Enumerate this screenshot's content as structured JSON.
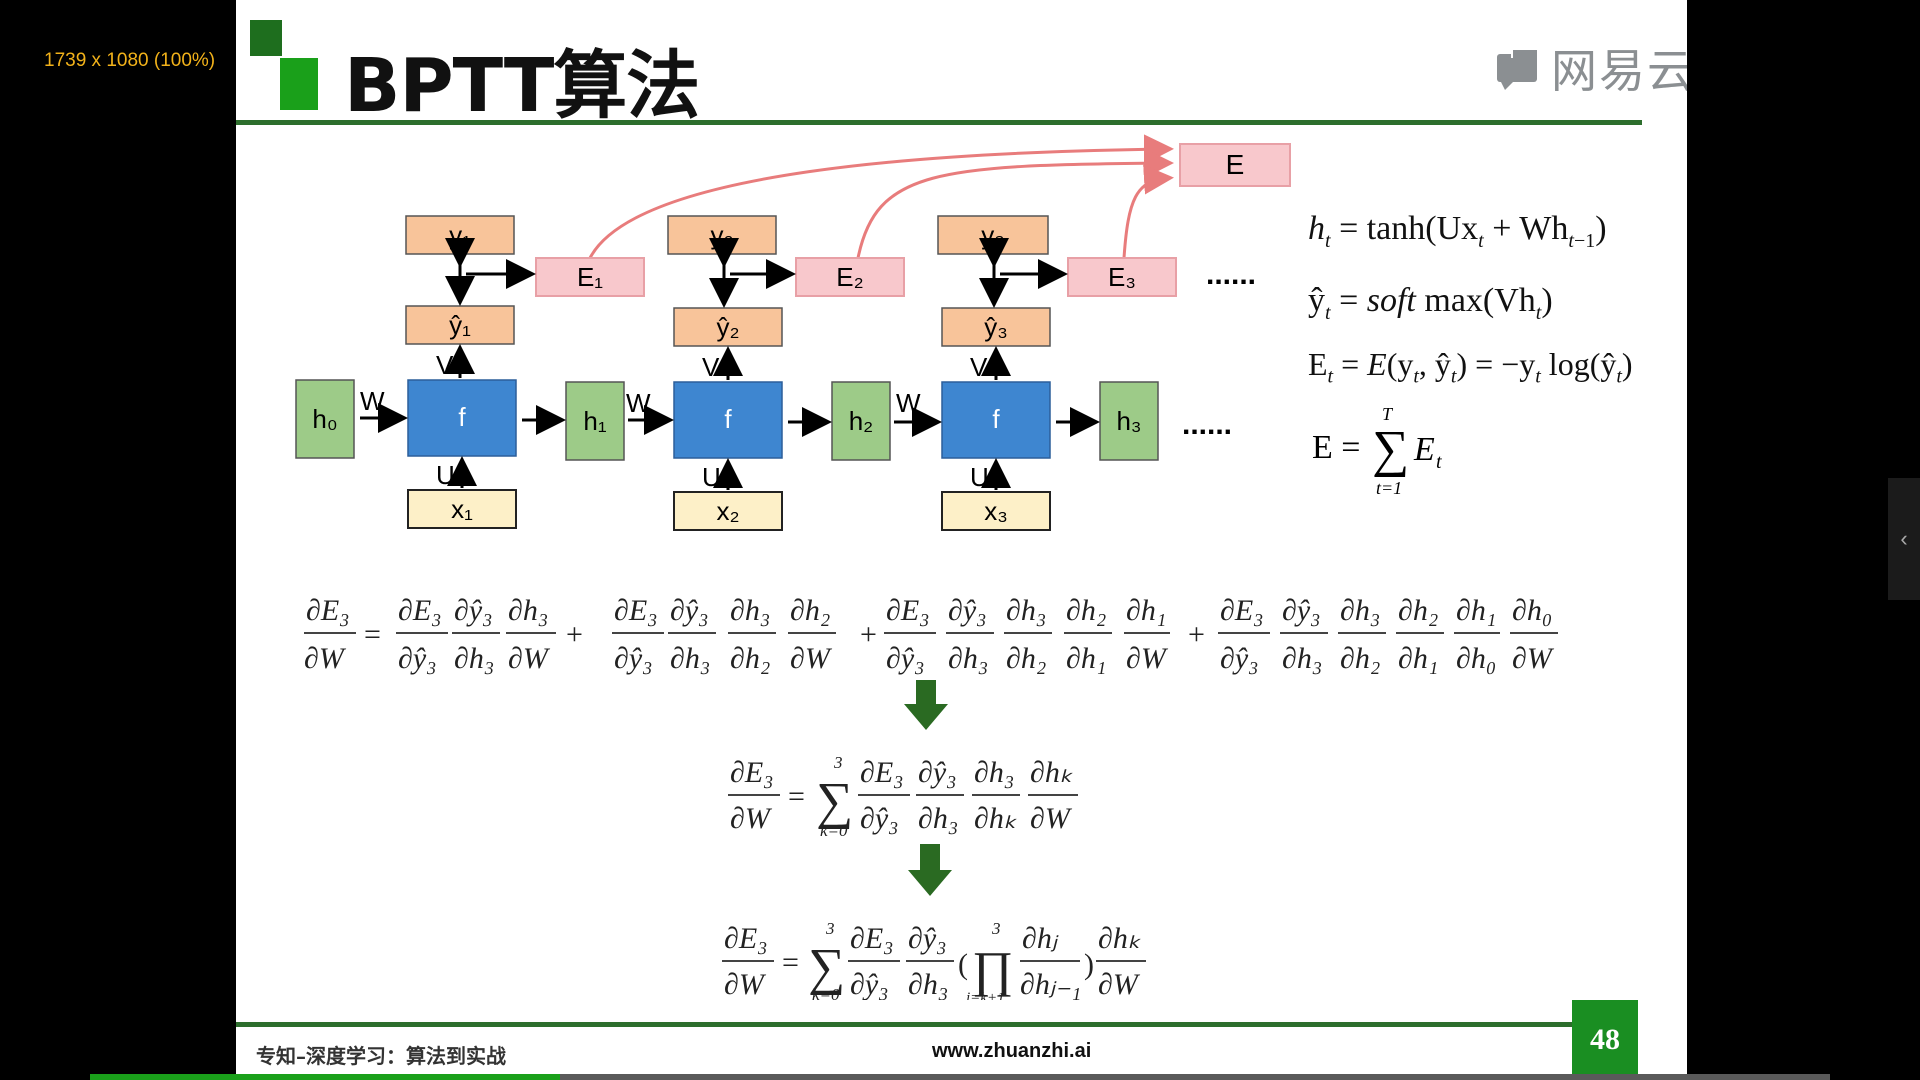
{
  "viewer": {
    "info": "1739 x 1080 (100%)"
  },
  "slide": {
    "title": "BPTT算法",
    "brand": "网易云",
    "page_number": "48",
    "footer_left": "专知–深度学习：算法到实战",
    "footer_url": "www.zhuanzhi.ai"
  },
  "diagram": {
    "error_total": "E",
    "outputs": [
      "y₁",
      "y₂",
      "y₃"
    ],
    "predictions": [
      "ŷ₁",
      "ŷ₂",
      "ŷ₃"
    ],
    "errors": [
      "E₁",
      "E₂",
      "E₃"
    ],
    "hidden": [
      "h₀",
      "h₁",
      "h₂",
      "h₃"
    ],
    "inputs": [
      "x₁",
      "x₂",
      "x₃"
    ],
    "cell_label": "f",
    "weight_w": "W",
    "weight_u": "U",
    "weight_v": "V",
    "ellipsis": "......"
  },
  "colors": {
    "output_box": "#f8c49a",
    "error_box": "#f8c8cc",
    "cell_box": "#3e86d0",
    "hidden_box": "#9dcb88",
    "input_box": "#fdf0c8",
    "curve": "#e87c7c",
    "accent_green": "#2d6e2d",
    "arrow_green": "#2a6a22"
  },
  "progress": {
    "fraction": 0.27
  }
}
